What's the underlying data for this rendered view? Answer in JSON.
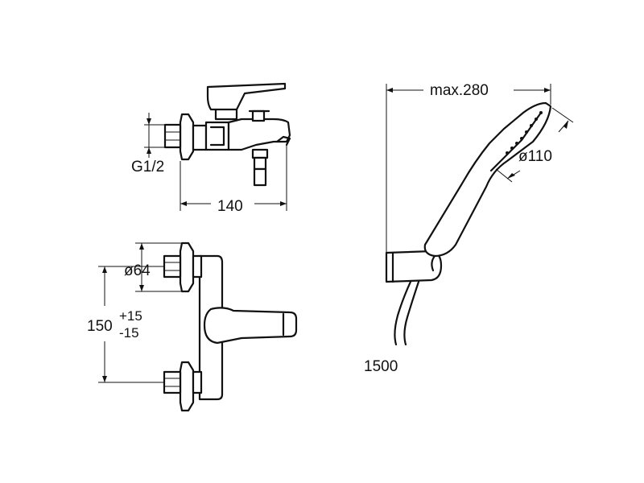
{
  "dimensions": {
    "thread": "G1/2",
    "side_depth": "140",
    "flange_diameter": "ø64",
    "center_distance": "150",
    "tolerance_plus": "+15",
    "tolerance_minus": "-15",
    "shower_length": "max.280",
    "shower_head_diameter": "ø110",
    "hose_length": "1500"
  },
  "colors": {
    "line": "#111111",
    "background": "#ffffff"
  }
}
